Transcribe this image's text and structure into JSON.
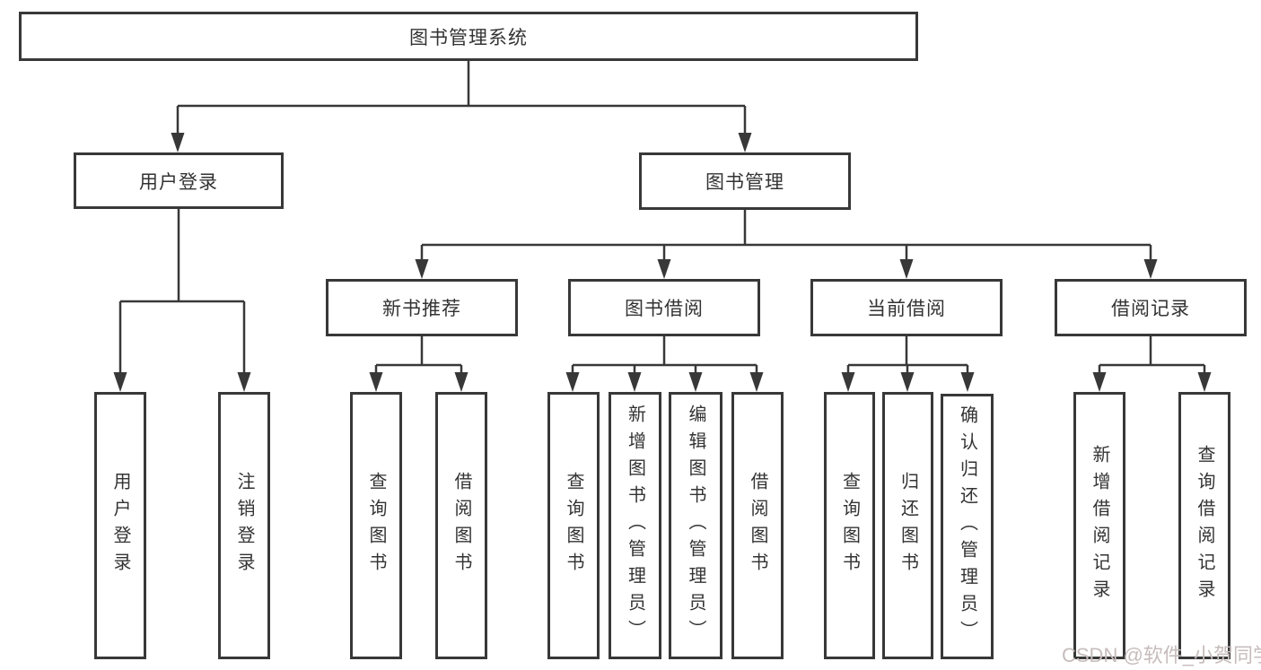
{
  "diagram_title": "图书管理系统",
  "tree": {
    "label": "图书管理系统",
    "children": [
      {
        "label": "用户登录",
        "children": [
          {
            "label": "用户登录"
          },
          {
            "label": "注销登录"
          }
        ]
      },
      {
        "label": "图书管理",
        "children": [
          {
            "label": "新书推荐",
            "children": [
              {
                "label": "查询图书"
              },
              {
                "label": "借阅图书"
              }
            ]
          },
          {
            "label": "图书借阅",
            "children": [
              {
                "label": "查询图书"
              },
              {
                "label": "新增图书（管理员）"
              },
              {
                "label": "编辑图书（管理员）"
              },
              {
                "label": "借阅图书"
              }
            ]
          },
          {
            "label": "当前借阅",
            "children": [
              {
                "label": "查询图书"
              },
              {
                "label": "归还图书"
              },
              {
                "label": "确认归还（管理员）"
              }
            ]
          },
          {
            "label": "借阅记录",
            "children": [
              {
                "label": "新增借阅记录"
              },
              {
                "label": "查询借阅记录"
              }
            ]
          }
        ]
      }
    ]
  },
  "watermark": {
    "text": "CSDN @软件_小贺同学"
  },
  "colors": {
    "line": "#383838",
    "text": "#333333",
    "watermark": "#c7bcbc",
    "background": "#ffffff"
  }
}
